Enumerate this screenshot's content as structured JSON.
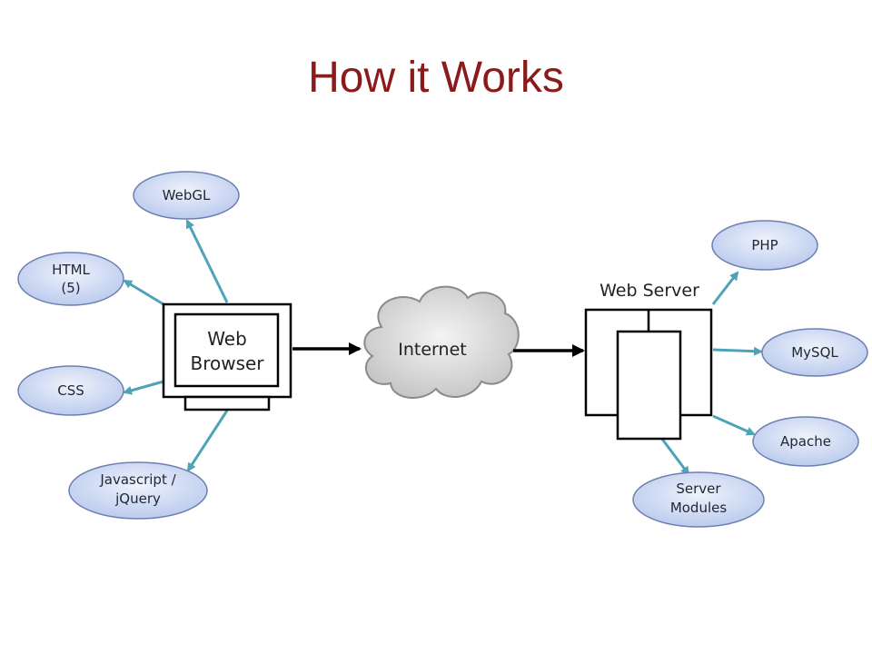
{
  "title": "How it Works",
  "browser": {
    "line1": "Web",
    "line2": "Browser"
  },
  "internet": "Internet",
  "server": {
    "label": "Web Server"
  },
  "client_nodes": [
    {
      "line1": "WebGL",
      "line2": ""
    },
    {
      "line1": "HTML",
      "line2": "(5)"
    },
    {
      "line1": "CSS",
      "line2": ""
    },
    {
      "line1": "Javascript /",
      "line2": "jQuery"
    }
  ],
  "server_nodes": [
    {
      "line1": "PHP",
      "line2": ""
    },
    {
      "line1": "MySQL",
      "line2": ""
    },
    {
      "line1": "Apache",
      "line2": ""
    },
    {
      "line1": "Server",
      "line2": "Modules"
    }
  ],
  "colors": {
    "title": "#8b1a1a",
    "ellipse_fill": "#c9d6f2",
    "ellipse_stroke": "#6b7fb0",
    "arrow": "#4fa3b8"
  }
}
